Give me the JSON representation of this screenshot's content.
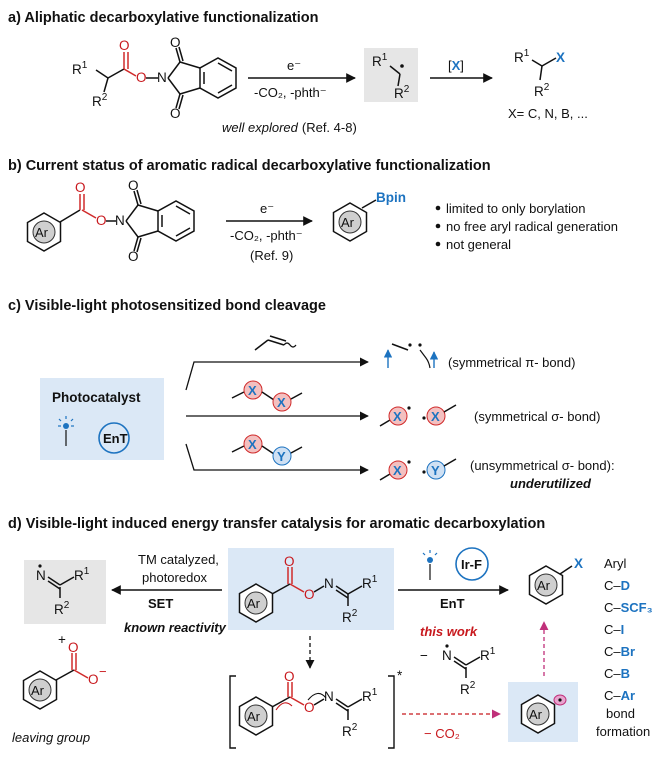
{
  "a": {
    "heading": "a) Aliphatic decarboxylative functionalization",
    "r1": "R",
    "r1_sup": "1",
    "r2": "R",
    "r2_sup": "2",
    "electron": "e⁻",
    "conditions": "-CO₂, -phth⁻",
    "reagent": "[X]",
    "x_label": "X",
    "x_list": "X= C, N, B, ...",
    "note_italic": "well explored",
    "note_ref": "(Ref. 4-8)"
  },
  "b": {
    "heading": "b) Current status of aromatic radical decarboxylative functionalization",
    "ar": "Ar",
    "electron": "e⁻",
    "conditions": "-CO₂, -phth⁻",
    "ref": "(Ref. 9)",
    "bpin": "Bpin",
    "bullets": [
      "limited to only borylation",
      "no free aryl radical generation",
      "not general"
    ]
  },
  "c": {
    "heading": "c) Visible-light photosensitized bond cleavage",
    "photocatalyst": "Photocatalyst",
    "ent": "EnT",
    "x": "X",
    "y": "Y",
    "labels": [
      "(symmetrical π- bond)",
      "(symmetrical σ- bond)",
      "(unsymmetrical σ- bond):"
    ],
    "underutilized": "underutilized"
  },
  "d": {
    "heading": "d) Visible-light induced energy transfer catalysis for aromatic decarboxylation",
    "ar": "Ar",
    "n": "N",
    "o": "O",
    "r1": "R",
    "r1_sup": "1",
    "r2": "R",
    "r2_sup": "2",
    "left_line1": "TM catalyzed,",
    "left_line2": "photoredox",
    "set": "SET",
    "known": "known reactivity",
    "plus": "+",
    "leaving": "leaving group",
    "irf": "Ir-F",
    "ent": "EnT",
    "this_work": "this work",
    "x_label": "X",
    "co2": "− CO₂",
    "aryl_title": "Aryl",
    "aryl_items": [
      {
        "c": "C–",
        "v": "D"
      },
      {
        "c": "C–",
        "v": "SCF₃"
      },
      {
        "c": "C–",
        "v": "I"
      },
      {
        "c": "C–",
        "v": "Br"
      },
      {
        "c": "C–",
        "v": "B"
      },
      {
        "c": "C–",
        "v": "Ar"
      }
    ],
    "bond": "bond",
    "formation": "formation",
    "star": "*",
    "minus": "−"
  },
  "colors": {
    "blue": "#1d73c0",
    "red": "#c8191e",
    "box_gray": "#e6e6e6",
    "box_blue": "#dbe8f6"
  }
}
